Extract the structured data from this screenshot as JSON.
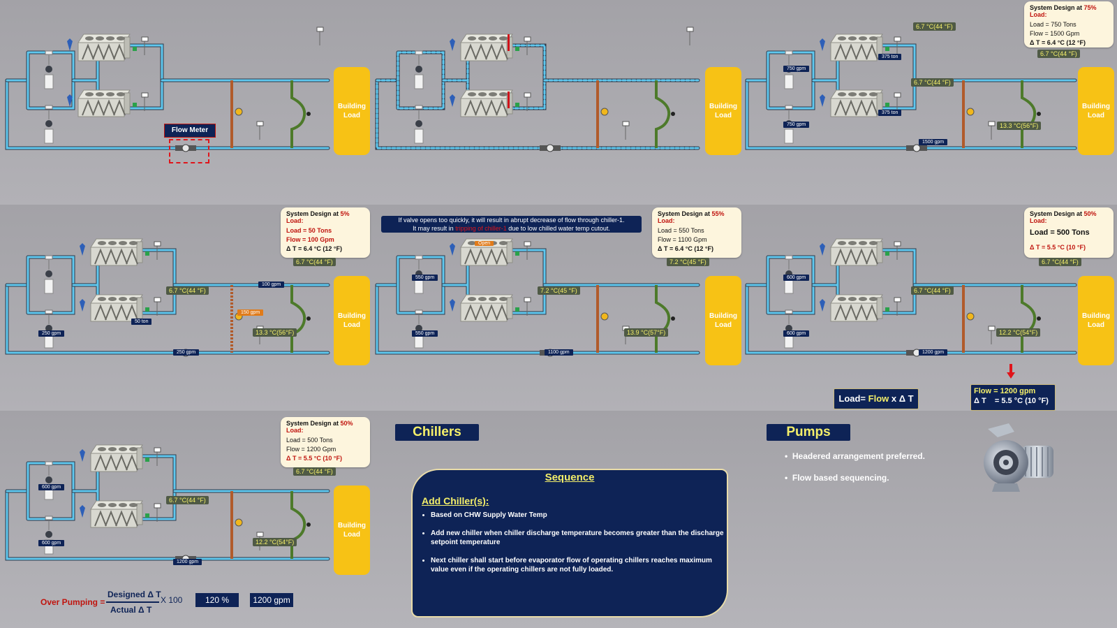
{
  "building_load_label": "Building Load",
  "flow_meter_label": "Flow Meter",
  "open_label": "Open",
  "panels": {
    "p1": {},
    "p2": {},
    "p3": {
      "temp_chiller1": "6.7 °C(44 °F)",
      "temp_chiller2": "6.7 °C(44 °F)",
      "temp_supply": "6.7 °C(44 °F)",
      "temp_return": "13.3 °C(56°F)",
      "gpm_pump1": "750 gpm",
      "gpm_pump2": "750 gpm",
      "tons1": "375 ton",
      "tons2": "375 ton",
      "gpm_main": "1500 gpm",
      "info": {
        "heading_pre": "System Design at ",
        "heading_pct": "75% Load:",
        "l1": "Load = 750 Tons",
        "l2": "Flow = 1500 Gpm",
        "l3": "Δ T = 6.4 °C (12 °F)"
      }
    },
    "p4": {
      "temp_chiller": "6.7 °C(44 °F)",
      "temp_supply": "6.7 °C(44 °F)",
      "temp_return": "13.3 °C(56°F)",
      "gpm_pump": "250 gpm",
      "tons": "50 ton",
      "gpm_bypass": "100 gpm",
      "gpm_bypass2": "150 gpm",
      "gpm_main": "250 gpm",
      "info": {
        "heading_pre": "System Design at ",
        "heading_pct": "5% Load:",
        "l1": "Load = 50 Tons",
        "l2": "Flow = 100 Gpm",
        "l3": "Δ T = 6.4 °C (12 °F)"
      }
    },
    "p5": {
      "note_line1": "If valve opens too quickly, it will result in abrupt decrease of flow through chiller-1.",
      "note_line2_pre": "It may result in ",
      "note_line2_red": "tripping of chiller-1",
      "note_line2_post": " due to low chilled water temp cutout.",
      "temp_chiller": "7.2 °C(45 °F)",
      "temp_supply": "7.2 °C(45 °F)",
      "temp_return": "13.9 °C(57°F)",
      "gpm_pump1": "550 gpm",
      "gpm_pump2": "550 gpm",
      "gpm_main": "1100 gpm",
      "info": {
        "heading_pre": "System Design at ",
        "heading_pct": "55% Load:",
        "l1": "Load = 550 Tons",
        "l2": "Flow = 1100 Gpm",
        "l3": "Δ T = 6.4 °C (12 °F)"
      }
    },
    "p6": {
      "temp_chiller": "6.7 °C(44 °F)",
      "temp_supply": "6.7 °C(44 °F)",
      "temp_return": "12.2 °C(54°F)",
      "gpm_pump1": "600 gpm",
      "gpm_pump2": "600 gpm",
      "gpm_main": "1200 gpm",
      "info": {
        "heading_pre": "System Design at ",
        "heading_pct": "50% Load:",
        "l1": "Load = 500 Tons",
        "l3": "Δ T = 5.5 °C (10 °F)"
      }
    },
    "p7": {
      "temp_chiller": "6.7 °C(44 °F)",
      "temp_supply": "6.7 °C(44 °F)",
      "temp_return": "12.2 °C(54°F)",
      "gpm_pump1": "600 gpm",
      "gpm_pump2": "600 gpm",
      "gpm_main": "1200 gpm",
      "info": {
        "heading_pre": "System Design at ",
        "heading_pct": "50% Load:",
        "l1": "Load = 500 Tons",
        "l2": "Flow = 1200 Gpm",
        "l3": "Δ T = 5.5 °C (10 °F)"
      }
    }
  },
  "load_formula": {
    "pre": "Load= ",
    "flow": "Flow",
    "post": " x Δ T"
  },
  "flow_formula": {
    "l1": "Flow = 1200 gpm",
    "l2": "Δ T    = 5.5 °C (10 °F)"
  },
  "chillers_title": "Chillers",
  "pumps_title": "Pumps",
  "sequence": {
    "title": "Sequence",
    "subtitle": "Add Chiller(s):",
    "items": [
      "Based on CHW Supply Water Temp",
      "Add new chiller when chiller discharge temperature becomes greater than the discharge setpoint temperature",
      "Next chiller shall start before evaporator flow of operating chillers reaches maximum value even if the operating chillers are not fully loaded."
    ]
  },
  "pumps_items": [
    "Headered arrangement preferred.",
    "Flow based sequencing."
  ],
  "over_pumping": {
    "label": "Over Pumping =",
    "numerator": "Designed Δ T",
    "denominator": "Actual Δ T",
    "multiplier": "X 100",
    "percent": "120 %",
    "flow": "1200 gpm"
  },
  "colors": {
    "background": "#a9a8ad",
    "pipe_supply": "#5fc8ef",
    "building_load": "#f7c215",
    "navy": "#0e2356",
    "accent_red": "#c0140e",
    "temp_text": "#f4ef6a"
  }
}
